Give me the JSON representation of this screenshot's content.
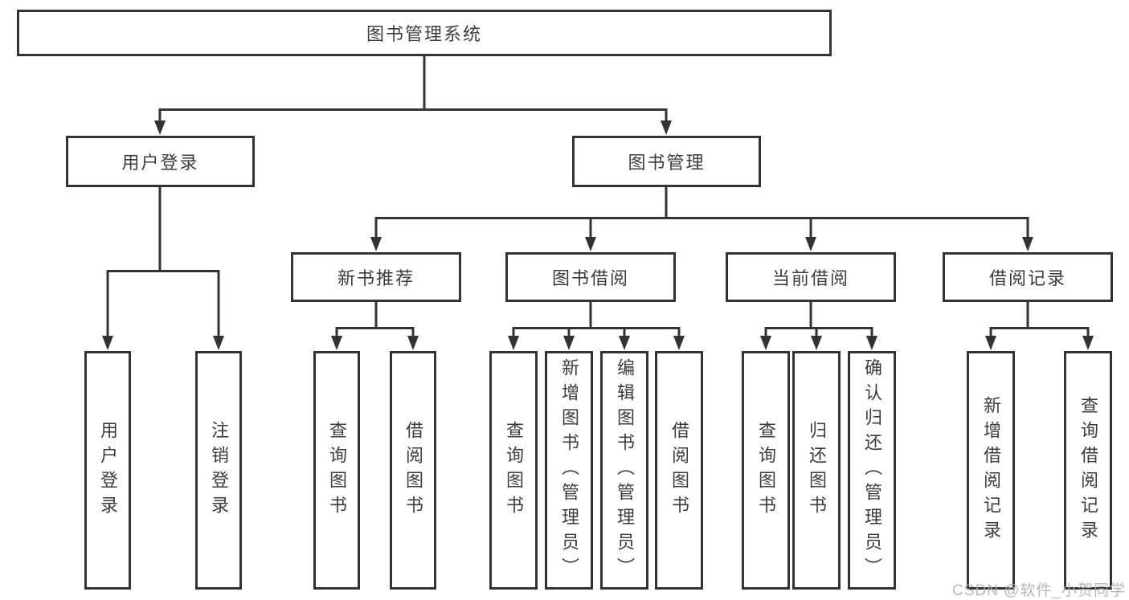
{
  "diagram": {
    "root": {
      "label": "图书管理系统"
    },
    "user_login": {
      "label": "用户登录",
      "children": [
        {
          "label": "用户登录"
        },
        {
          "label": "注销登录"
        }
      ]
    },
    "book_management": {
      "label": "图书管理",
      "sections": [
        {
          "label": "新书推荐",
          "children": [
            {
              "label": "查询图书"
            },
            {
              "label": "借阅图书"
            }
          ]
        },
        {
          "label": "图书借阅",
          "children": [
            {
              "label": "查询图书"
            },
            {
              "label": "新增图书（管理员）"
            },
            {
              "label": "编辑图书（管理员）"
            },
            {
              "label": "借阅图书"
            }
          ]
        },
        {
          "label": "当前借阅",
          "children": [
            {
              "label": "查询图书"
            },
            {
              "label": "归还图书"
            },
            {
              "label": "确认归还（管理员）"
            }
          ]
        },
        {
          "label": "借阅记录",
          "children": [
            {
              "label": "新增借阅记录"
            },
            {
              "label": "查询借阅记录"
            }
          ]
        }
      ]
    },
    "watermark": "CSDN @软件_小贺同学"
  },
  "colors": {
    "line": "#333333",
    "text": "#3c3c3c",
    "box_background": "#ffffff",
    "page_background": "#ffffff",
    "watermark": "#b0b0b0"
  }
}
